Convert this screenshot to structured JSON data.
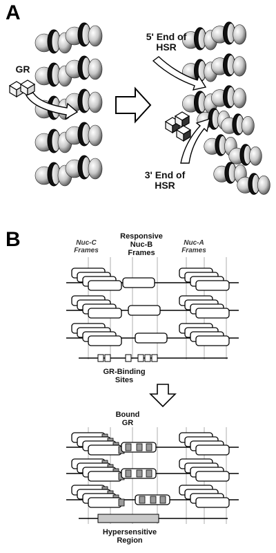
{
  "panel_a": {
    "letter": "A",
    "gr_label": "GR",
    "five_prime_label": [
      "5' End of",
      "HSR"
    ],
    "three_prime_label": [
      "3' End of",
      "HSR"
    ]
  },
  "panel_b": {
    "letter": "B",
    "nuc_c_label": [
      "Nuc-C",
      "Frames"
    ],
    "nuc_b_label": [
      "Responsive",
      "Nuc-B",
      "Frames"
    ],
    "nuc_a_label": [
      "Nuc-A",
      "Frames"
    ],
    "gr_sites_label": [
      "GR-Binding",
      "Sites"
    ],
    "bound_gr_label": [
      "Bound",
      "GR"
    ],
    "hsr_label": [
      "Hypersensitive",
      "Region"
    ]
  }
}
